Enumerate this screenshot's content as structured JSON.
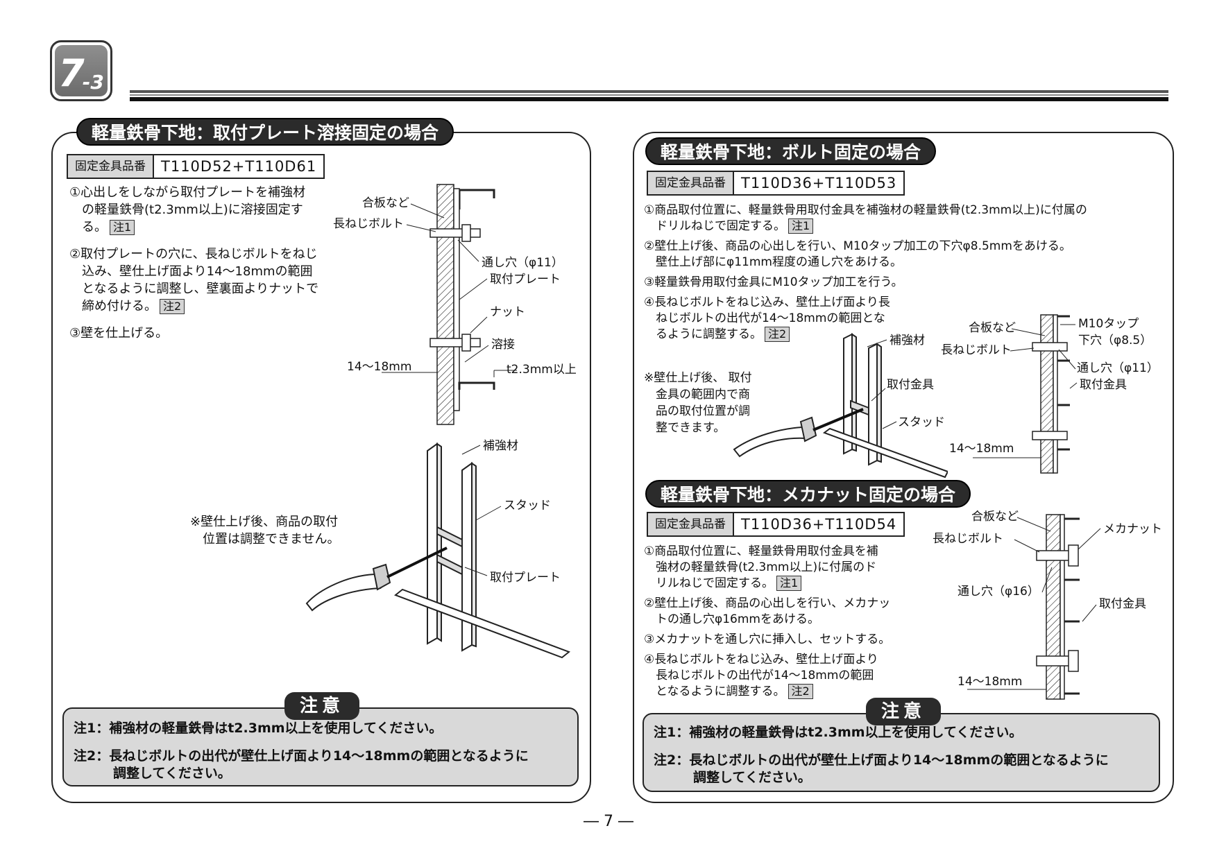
{
  "section": {
    "number": "7",
    "sub": "-3"
  },
  "left": {
    "title": "軽量鉄骨下地：取付プレート溶接固定の場合",
    "code_key": "固定金具品番",
    "code_val": "T110D52+T110D61",
    "steps": [
      {
        "text": "①心出しをしながら取付プレートを補強材\n　の軽量鉄骨(t2.3mm以上)に溶接固定す\n　る。",
        "note": "注1"
      },
      {
        "text": "②取付プレートの穴に、長ねじボルトをねじ\n　込み、壁仕上げ面より14～18mmの範囲\n　となるように調整し、壁裏面よりナットで\n　締め付ける。",
        "note": "注2"
      },
      {
        "text": "③壁を仕上げる。",
        "note": ""
      }
    ],
    "remark": "※壁仕上げ後、商品の取付\n　位置は調整できません。",
    "diagram1": {
      "plywood": "合板など",
      "bolt": "長ねじボルト",
      "hole": "通し穴（φ11）",
      "plate": "取付プレート",
      "nut": "ナット",
      "weld": "溶接",
      "range": "14～18mm",
      "thickness": "t2.3mm以上"
    },
    "diagram2": {
      "reinforce": "補強材",
      "stud": "スタッド",
      "plate": "取付プレート"
    },
    "caution": {
      "title": "注意",
      "note1": "注1：補強材の軽量鉄骨はt2.3mm以上を使用してください。",
      "note2": "注2：長ねじボルトの出代が壁仕上げ面より14～18mmの範囲となるように\n　　　調整してください。"
    }
  },
  "right": {
    "bolt_section": {
      "title": "軽量鉄骨下地：ボルト固定の場合",
      "code_key": "固定金具品番",
      "code_val": "T110D36+T110D53",
      "steps": [
        {
          "text": "①商品取付位置に、軽量鉄骨用取付金具を補強材の軽量鉄骨(t2.3mm以上)に付属の\n　ドリルねじで固定する。",
          "note": "注1"
        },
        {
          "text": "②壁仕上げ後、商品の心出しを行い、M10タップ加工の下穴φ8.5mmをあける。\n　壁仕上げ部にφ11mm程度の通し穴をあける。",
          "note": ""
        },
        {
          "text": "③軽量鉄骨用取付金具にM10タップ加工を行う。",
          "note": ""
        },
        {
          "text": "④長ねじボルトをねじ込み、壁仕上げ面より長\n　ねじボルトの出代が14～18mmの範囲とな\n　るように調整する。",
          "note": "注2"
        }
      ],
      "remark": "※壁仕上げ後、 取付\n　金具の範囲内で商\n　品の取付位置が調\n　整できます。",
      "diagram_iso": {
        "reinforce": "補強材",
        "bracket": "取付金具",
        "stud": "スタッド"
      },
      "diagram_sec": {
        "plywood": "合板など",
        "tap1": "M10タップ",
        "tap2": "下穴（φ8.5）",
        "bolt": "長ねじボルト",
        "hole": "通し穴（φ11）",
        "bracket": "取付金具",
        "range": "14～18mm"
      }
    },
    "nut_section": {
      "title": "軽量鉄骨下地：メカナット固定の場合",
      "code_key": "固定金具品番",
      "code_val": "T110D36+T110D54",
      "steps": [
        {
          "text": "①商品取付位置に、軽量鉄骨用取付金具を補\n　強材の軽量鉄骨(t2.3mm以上)に付属のド\n　リルねじで固定する。",
          "note": "注1"
        },
        {
          "text": "②壁仕上げ後、商品の心出しを行い、メカナッ\n　トの通し穴φ16mmをあける。",
          "note": ""
        },
        {
          "text": "③メカナットを通し穴に挿入し、セットする。",
          "note": ""
        },
        {
          "text": "④長ねじボルトをねじ込み、壁仕上げ面より\n　長ねじボルトの出代が14～18mmの範囲\n　となるように調整する。",
          "note": "注2"
        }
      ],
      "diagram": {
        "plywood": "合板など",
        "nut": "メカナット",
        "bolt": "長ねじボルト",
        "hole": "通し穴（φ16）",
        "bracket": "取付金具",
        "range": "14～18mm"
      }
    },
    "caution": {
      "title": "注意",
      "note1": "注1：補強材の軽量鉄骨はt2.3mm以上を使用してください。",
      "note2": "注2：長ねじボルトの出代が壁仕上げ面より14～18mmの範囲となるように\n　　　調整してください。"
    }
  },
  "page_number": "― 7 ―"
}
